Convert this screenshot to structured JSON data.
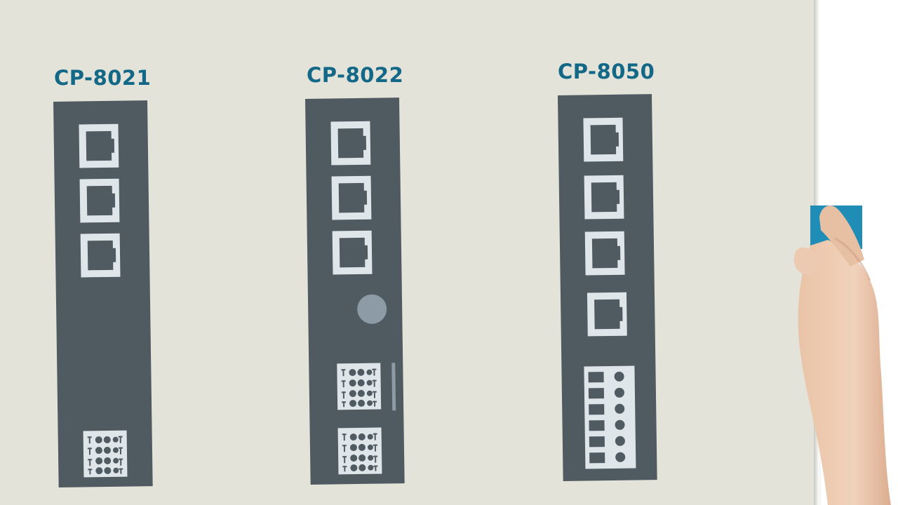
{
  "models": [
    {
      "id": "cp8021",
      "title": "CP-8021",
      "rj45_ports": 3,
      "terminal_blocks": 1,
      "has_led": false
    },
    {
      "id": "cp8022",
      "title": "CP-8022",
      "rj45_ports": 3,
      "terminal_blocks": 2,
      "has_led": true
    },
    {
      "id": "cp8050",
      "title": "CP-8050",
      "rj45_ports": 4,
      "terminal_blocks": 1,
      "has_led": false
    }
  ],
  "colors": {
    "paper": "#e3e3d9",
    "device_body": "#4f5a61",
    "port_frame": "#dfe6ea",
    "title_text": "#136887",
    "sign": "#1f8db6"
  },
  "icons": {
    "port": "rj45-port-icon",
    "terminal": "terminal-block-icon",
    "led": "status-led-icon",
    "hand": "hand-icon"
  }
}
